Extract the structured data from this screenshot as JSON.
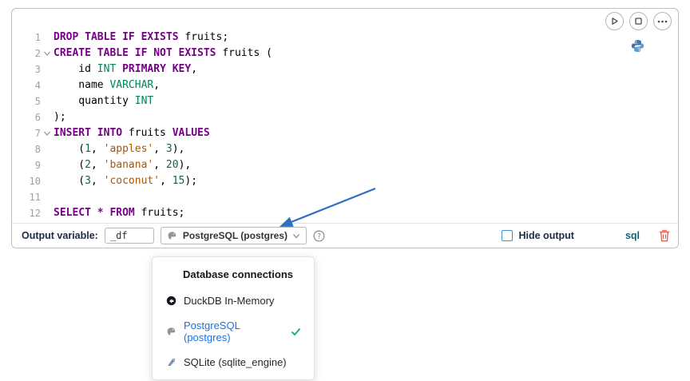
{
  "cell": {
    "code": {
      "language": "sql",
      "lines": [
        {
          "num": "1",
          "fold": false,
          "tokens": [
            {
              "t": "kw",
              "v": "DROP TABLE IF EXISTS"
            },
            {
              "t": "pl",
              "v": " fruits;"
            }
          ]
        },
        {
          "num": "2",
          "fold": true,
          "tokens": [
            {
              "t": "kw",
              "v": "CREATE TABLE IF NOT EXISTS"
            },
            {
              "t": "pl",
              "v": " fruits ("
            }
          ]
        },
        {
          "num": "3",
          "fold": false,
          "tokens": [
            {
              "t": "pl",
              "v": "    id "
            },
            {
              "t": "ty",
              "v": "INT"
            },
            {
              "t": "pl",
              "v": " "
            },
            {
              "t": "kw",
              "v": "PRIMARY KEY"
            },
            {
              "t": "pl",
              "v": ","
            }
          ]
        },
        {
          "num": "4",
          "fold": false,
          "tokens": [
            {
              "t": "pl",
              "v": "    name "
            },
            {
              "t": "ty",
              "v": "VARCHAR"
            },
            {
              "t": "pl",
              "v": ","
            }
          ]
        },
        {
          "num": "5",
          "fold": false,
          "tokens": [
            {
              "t": "pl",
              "v": "    quantity "
            },
            {
              "t": "ty",
              "v": "INT"
            }
          ]
        },
        {
          "num": "6",
          "fold": false,
          "tokens": [
            {
              "t": "pl",
              "v": ");"
            }
          ]
        },
        {
          "num": "7",
          "fold": true,
          "tokens": [
            {
              "t": "kw",
              "v": "INSERT INTO"
            },
            {
              "t": "pl",
              "v": " fruits "
            },
            {
              "t": "kw",
              "v": "VALUES"
            }
          ]
        },
        {
          "num": "8",
          "fold": false,
          "tokens": [
            {
              "t": "pl",
              "v": "    ("
            },
            {
              "t": "num",
              "v": "1"
            },
            {
              "t": "pl",
              "v": ", "
            },
            {
              "t": "str",
              "v": "'apples'"
            },
            {
              "t": "pl",
              "v": ", "
            },
            {
              "t": "num",
              "v": "3"
            },
            {
              "t": "pl",
              "v": "),"
            }
          ]
        },
        {
          "num": "9",
          "fold": false,
          "tokens": [
            {
              "t": "pl",
              "v": "    ("
            },
            {
              "t": "num",
              "v": "2"
            },
            {
              "t": "pl",
              "v": ", "
            },
            {
              "t": "str",
              "v": "'banana'"
            },
            {
              "t": "pl",
              "v": ", "
            },
            {
              "t": "num",
              "v": "20"
            },
            {
              "t": "pl",
              "v": "),"
            }
          ]
        },
        {
          "num": "10",
          "fold": false,
          "tokens": [
            {
              "t": "pl",
              "v": "    ("
            },
            {
              "t": "num",
              "v": "3"
            },
            {
              "t": "pl",
              "v": ", "
            },
            {
              "t": "str",
              "v": "'coconut'"
            },
            {
              "t": "pl",
              "v": ", "
            },
            {
              "t": "num",
              "v": "15"
            },
            {
              "t": "pl",
              "v": ");"
            }
          ]
        },
        {
          "num": "11",
          "fold": false,
          "tokens": []
        },
        {
          "num": "12",
          "fold": false,
          "tokens": [
            {
              "t": "kw",
              "v": "SELECT"
            },
            {
              "t": "pl",
              "v": " "
            },
            {
              "t": "op",
              "v": "*"
            },
            {
              "t": "pl",
              "v": " "
            },
            {
              "t": "kw",
              "v": "FROM"
            },
            {
              "t": "pl",
              "v": " fruits;"
            }
          ]
        }
      ]
    },
    "footer": {
      "output_variable_label": "Output variable:",
      "output_variable_value": "_df",
      "connection_label": "PostgreSQL (postgres)",
      "hide_output_label": "Hide output",
      "hide_output_checked": false,
      "language_badge": "sql"
    }
  },
  "connection_menu": {
    "title": "Database connections",
    "items": [
      {
        "label": "DuckDB In-Memory",
        "icon": "duckdb-icon",
        "selected": false
      },
      {
        "label": "PostgreSQL (postgres)",
        "icon": "postgresql-icon",
        "selected": true
      },
      {
        "label": "SQLite (sqlite_engine)",
        "icon": "sqlite-icon",
        "selected": false
      }
    ]
  },
  "icons": {
    "run": "play-icon",
    "interrupt": "stop-icon",
    "more": "ellipsis-icon",
    "kernel": "python-icon",
    "connection": "postgresql-icon",
    "dropdown": "chevron-down-icon",
    "help": "question-circle-icon",
    "fold": "chevron-down-icon",
    "selected": "check-icon",
    "delete": "trash-icon",
    "annotation": "arrow-annotation"
  },
  "colors": {
    "keyword": "#770088",
    "type": "#008855",
    "number": "#116644",
    "string": "#aa5500",
    "selected_item": "#1a73e8",
    "check": "#12a594",
    "trash": "#e8604c",
    "arrow": "#2f6fc1"
  }
}
